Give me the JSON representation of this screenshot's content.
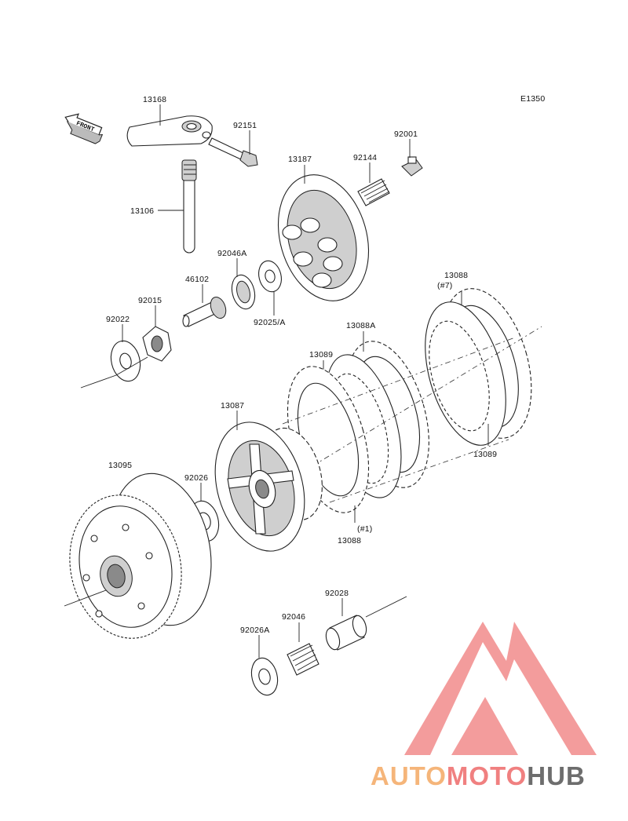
{
  "diagram": {
    "code": "E1350",
    "front_label": "FRONT",
    "parts": {
      "p13168": "13168",
      "p92151": "92151",
      "p92001": "92001",
      "p13187": "13187",
      "p92144": "92144",
      "p13106": "13106",
      "p92046A": "92046A",
      "p46102": "46102",
      "p92015": "92015",
      "p92022": "92022",
      "p92025A": "92025/A",
      "p13088_top": "13088",
      "p13088_top_qty": "(#7)",
      "p13088A": "13088A",
      "p13089_left": "13089",
      "p13089_right": "13089",
      "p13087": "13087",
      "p13095": "13095",
      "p92026": "92026",
      "p13088_bottom_qty": "(#1)",
      "p13088_bottom": "13088",
      "p92028": "92028",
      "p92046": "92046",
      "p92026A": "92026A"
    }
  },
  "watermark": {
    "part1": "AUTO",
    "part2": "MOTO",
    "part3": "HUB",
    "color1": "#f5b57a",
    "color2": "#f08080",
    "color3": "#6d6d6d"
  }
}
